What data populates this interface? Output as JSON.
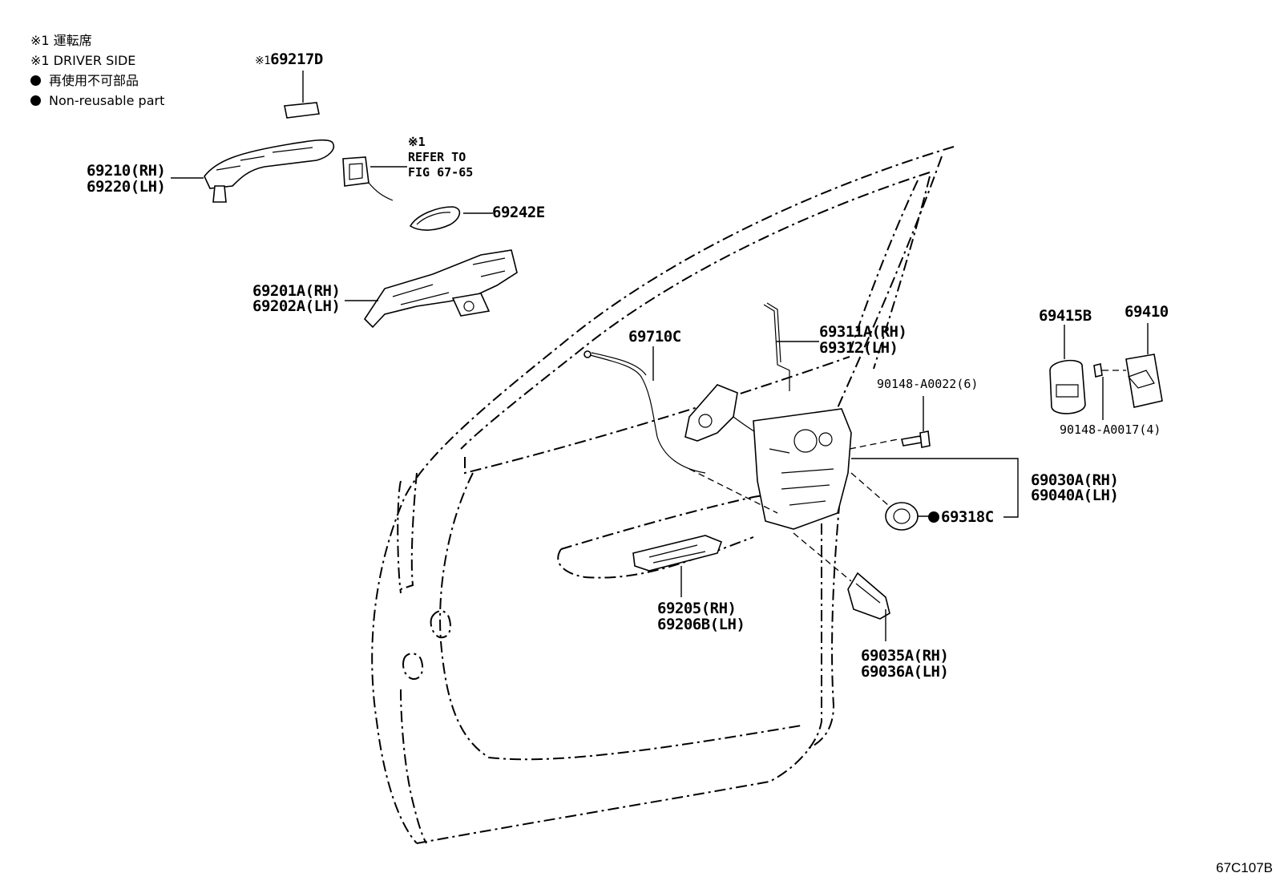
{
  "legend": {
    "line1": "※1 運転席",
    "line2": "※1 DRIVER SIDE",
    "line3": "再使用不可部品",
    "line4": "Non-reusable part"
  },
  "labels": {
    "p69217D_mark": "※1",
    "p69217D": "69217D",
    "p69210": "69210(RH)",
    "p69220": "69220(LH)",
    "ref_mark": "※1",
    "ref_line1": "REFER TO",
    "ref_line2": "FIG 67-65",
    "p69242E": "69242E",
    "p69201A": "69201A(RH)",
    "p69202A": "69202A(LH)",
    "p69710C": "69710C",
    "p69311A": "69311A(RH)",
    "p69312": "69312(LH)",
    "p90148_6": "90148-A0022(6)",
    "p69415B": "69415B",
    "p69410": "69410",
    "p90148_4": "90148-A0017(4)",
    "p69030A": "69030A(RH)",
    "p69040A": "69040A(LH)",
    "p69318C": "69318C",
    "p69205": "69205(RH)",
    "p69206B": "69206B(LH)",
    "p69035A": "69035A(RH)",
    "p69036A": "69036A(LH)"
  },
  "figure_code": "67C107B"
}
